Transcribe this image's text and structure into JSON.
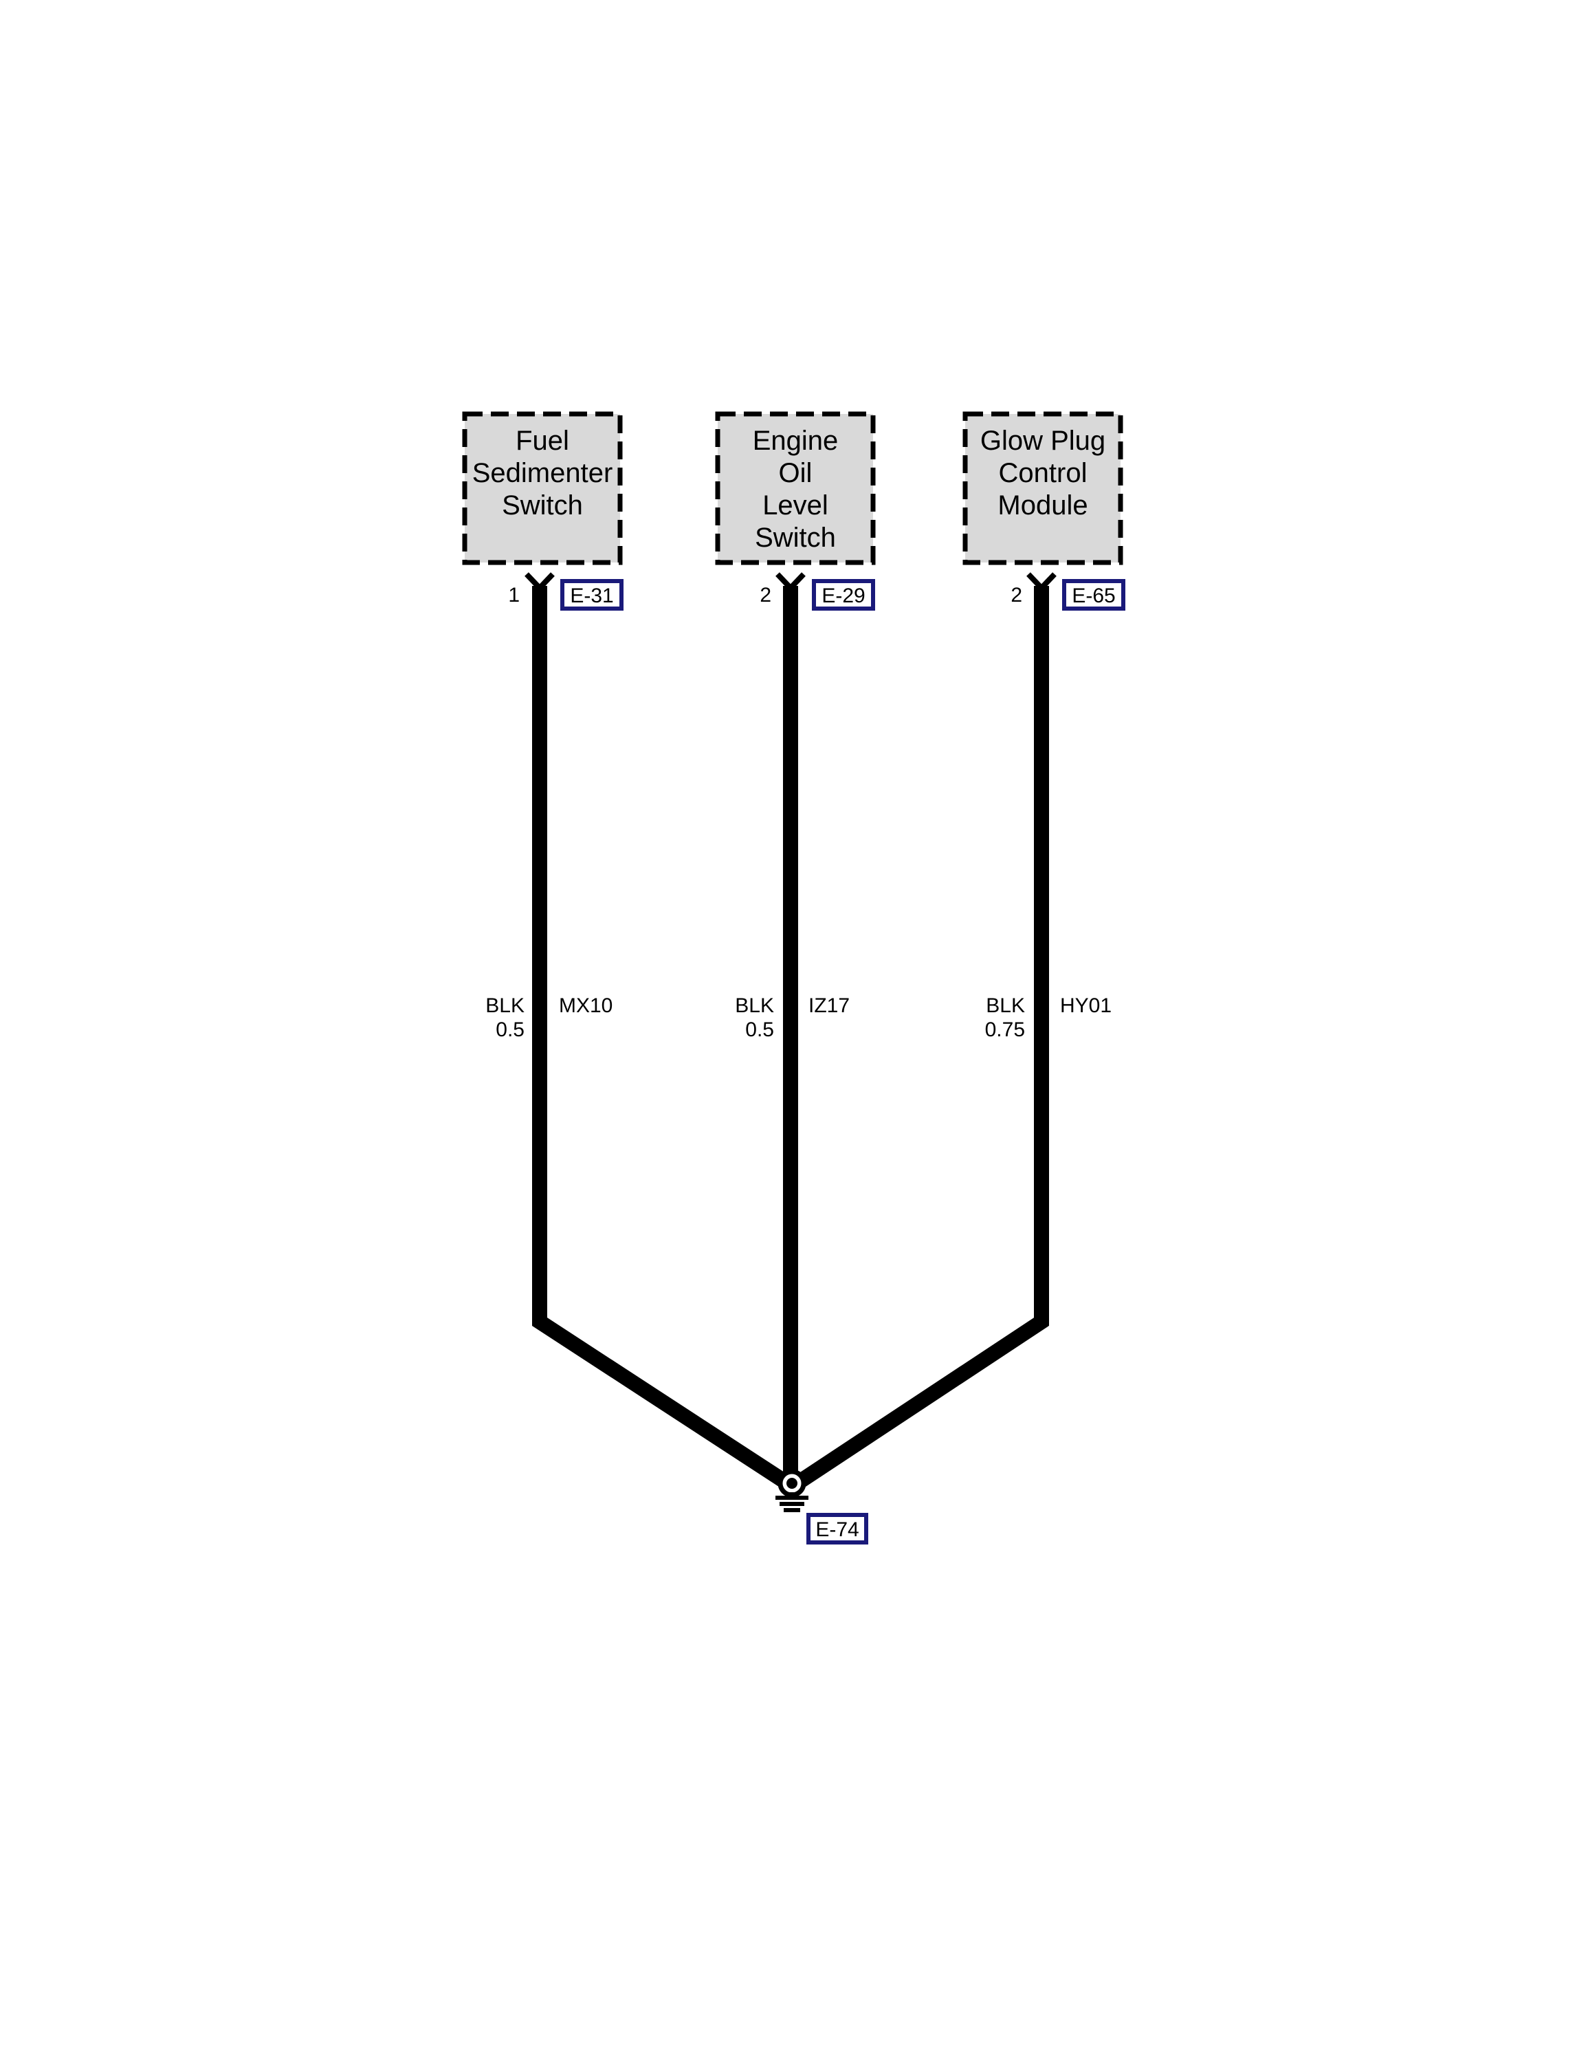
{
  "components": [
    {
      "name_lines": [
        "Fuel",
        "Sedimenter",
        "Switch"
      ],
      "pin": "1",
      "connector": "E-31",
      "wire_color": "BLK",
      "wire_size": "0.5",
      "circuit": "MX10"
    },
    {
      "name_lines": [
        "Engine",
        "Oil",
        "Level",
        "Switch"
      ],
      "pin": "2",
      "connector": "E-29",
      "wire_color": "BLK",
      "wire_size": "0.5",
      "circuit": "IZ17"
    },
    {
      "name_lines": [
        "Glow Plug",
        "Control",
        "Module"
      ],
      "pin": "2",
      "connector": "E-65",
      "wire_color": "BLK",
      "wire_size": "0.75",
      "circuit": "HY01"
    }
  ],
  "ground": {
    "connector": "E-74",
    "icon": "ground-icon"
  },
  "colors": {
    "component_fill": "#d9d9d9",
    "component_border": "#000000",
    "wire": "#000000",
    "connector_border": "#1a1a7a",
    "text": "#000000"
  }
}
